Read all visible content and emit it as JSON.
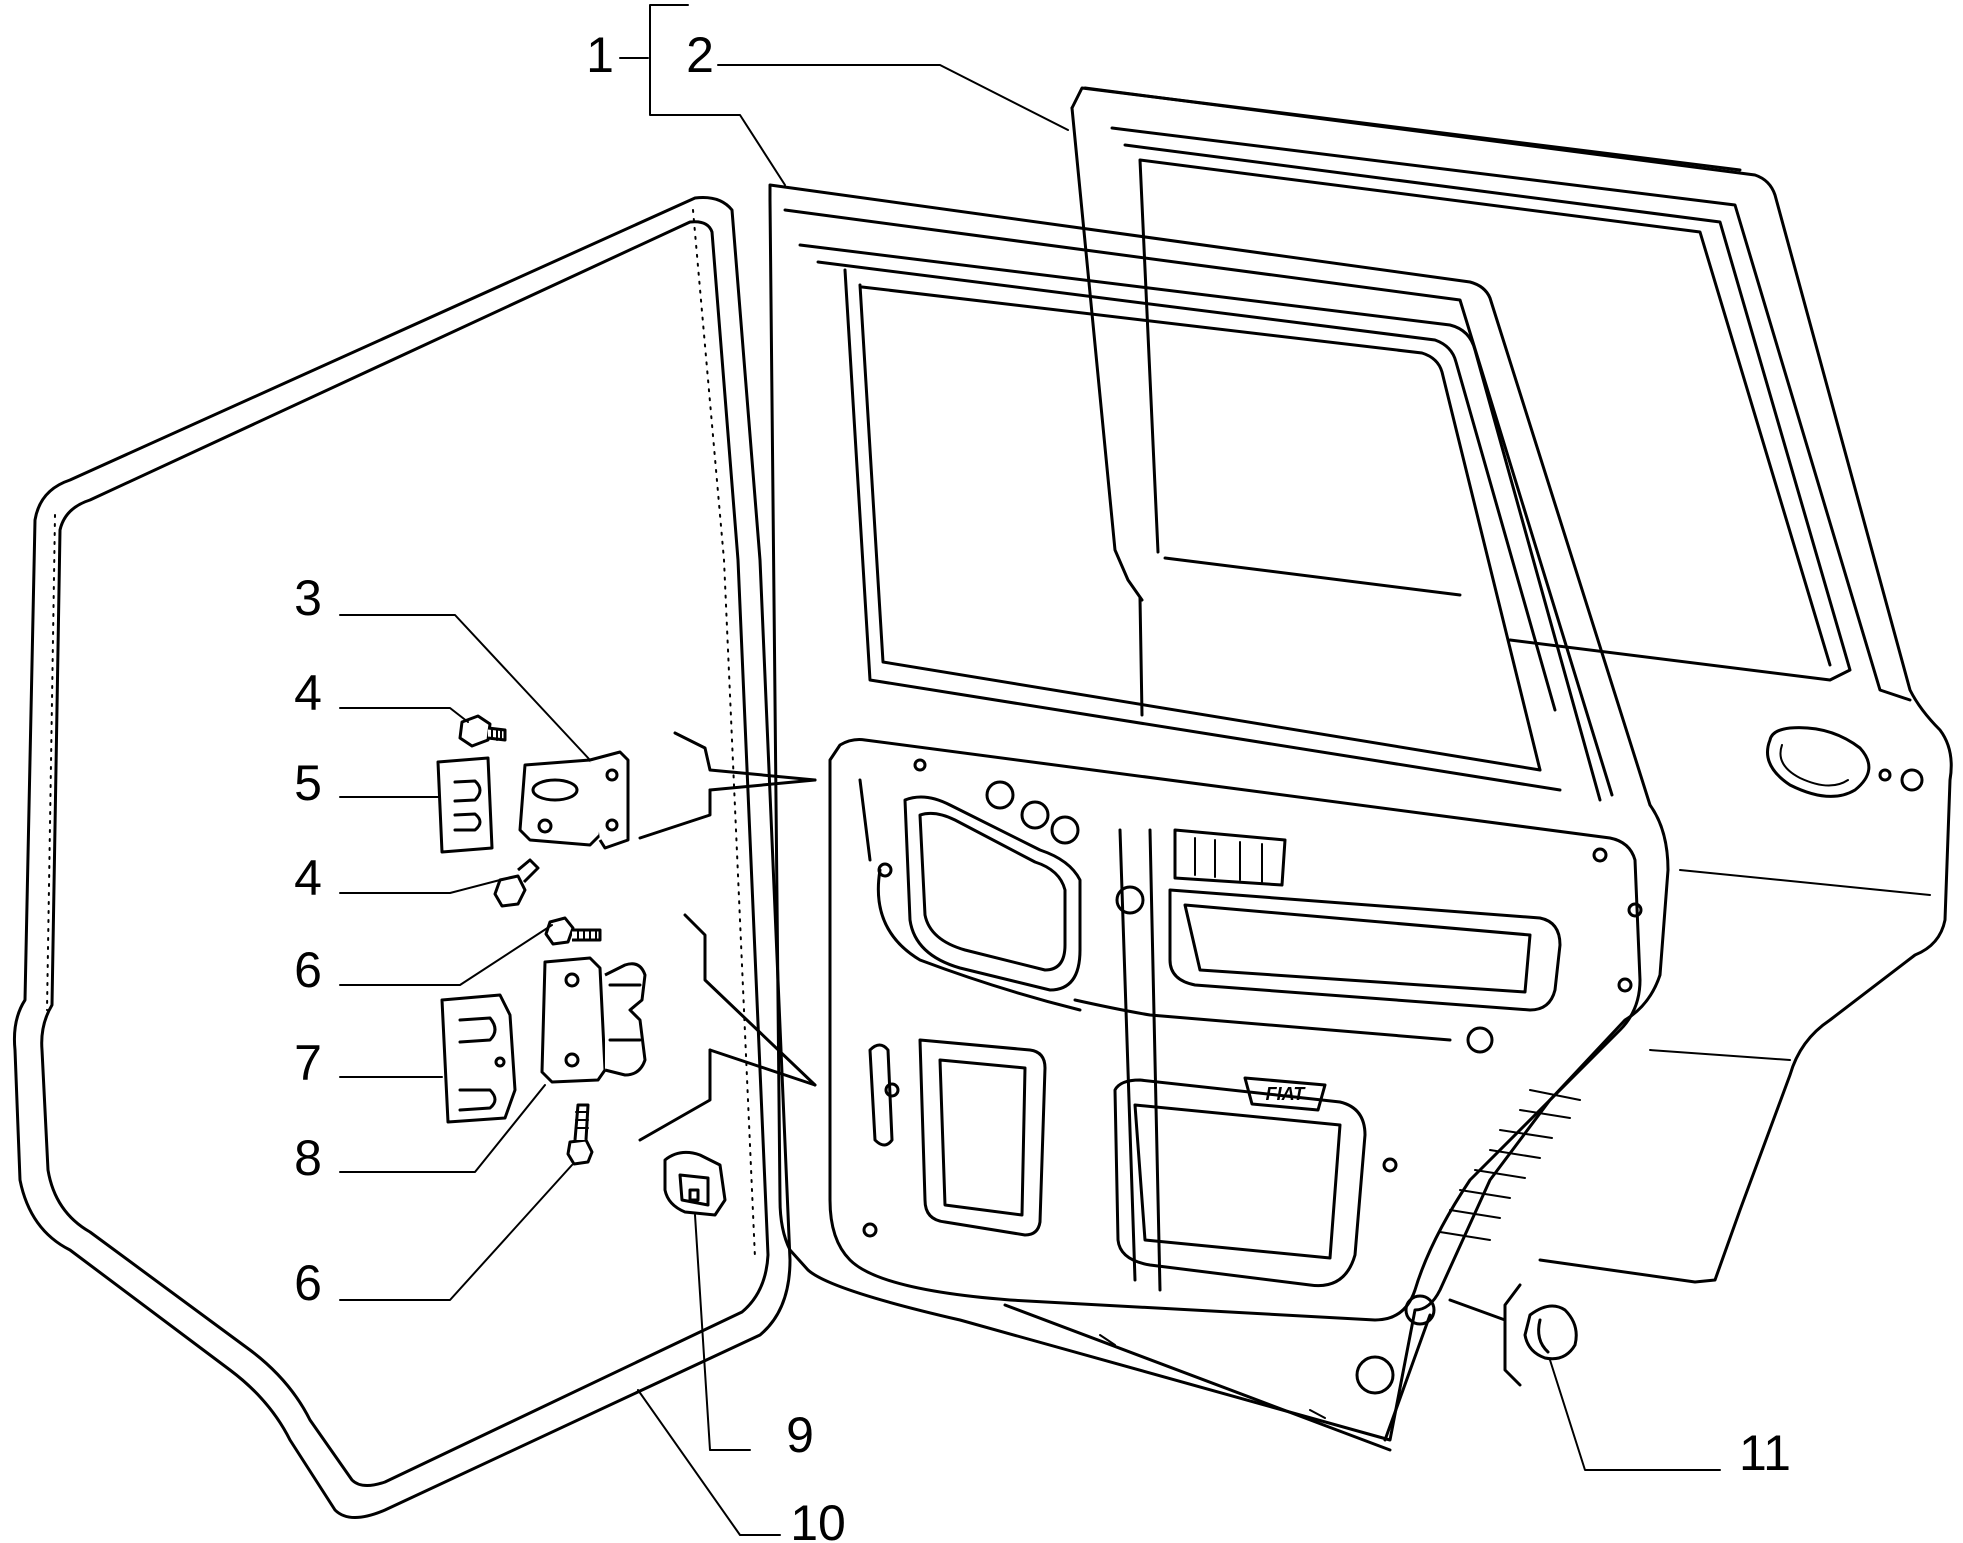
{
  "diagram": {
    "callouts": [
      {
        "id": "1",
        "label": "1"
      },
      {
        "id": "2",
        "label": "2"
      },
      {
        "id": "3",
        "label": "3"
      },
      {
        "id": "4a",
        "label": "4"
      },
      {
        "id": "5",
        "label": "5"
      },
      {
        "id": "4b",
        "label": "4"
      },
      {
        "id": "6a",
        "label": "6"
      },
      {
        "id": "7",
        "label": "7"
      },
      {
        "id": "8",
        "label": "8"
      },
      {
        "id": "6b",
        "label": "6"
      },
      {
        "id": "9",
        "label": "9"
      },
      {
        "id": "10",
        "label": "10"
      },
      {
        "id": "11",
        "label": "11"
      }
    ],
    "badge_text": "FIAT",
    "colors": {
      "line": "#000000",
      "background": "#ffffff"
    }
  }
}
